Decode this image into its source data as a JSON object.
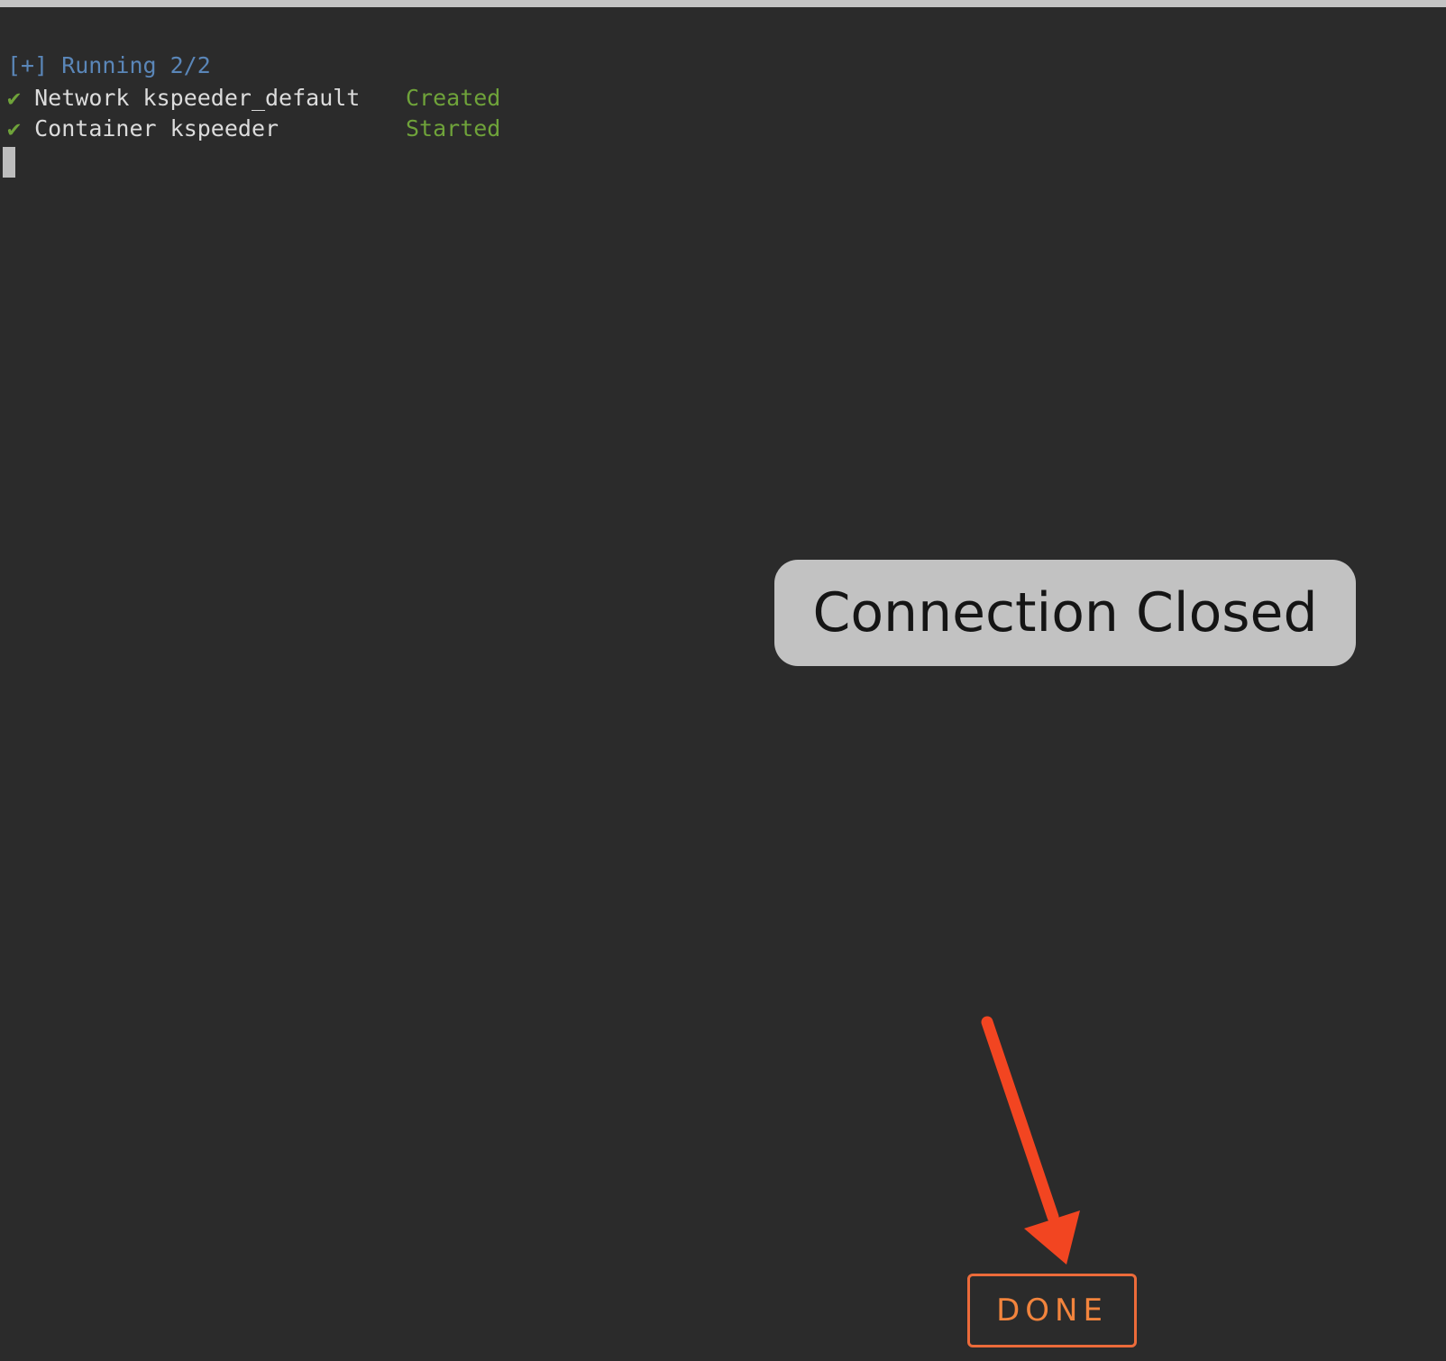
{
  "terminal": {
    "header": "[+] Running 2/2",
    "lines": [
      {
        "check": "✔",
        "text": "Network kspeeder_default",
        "status": "Created"
      },
      {
        "check": "✔",
        "text": "Container kspeeder",
        "status": "Started"
      }
    ]
  },
  "toast": {
    "message": "Connection Closed"
  },
  "annotation": {
    "button_label": "DONE",
    "arrow_color": "#f24521"
  }
}
